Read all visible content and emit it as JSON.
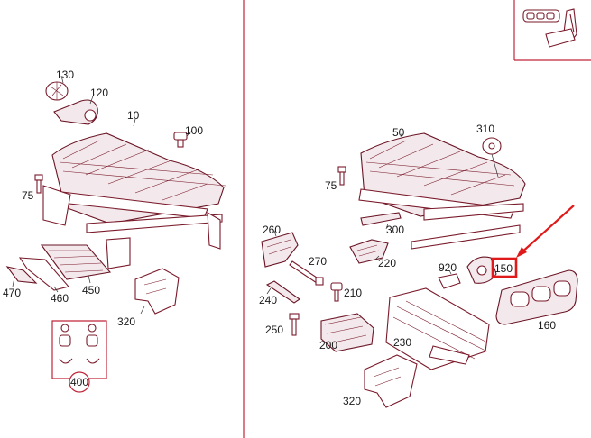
{
  "accent_color": "#e01a1a",
  "line_color": "#7a1a2a",
  "divider_color": "#c0243a",
  "callouts": {
    "p130": "130",
    "p120": "120",
    "p10": "10",
    "p100": "100",
    "p75a": "75",
    "p470": "470",
    "p460": "460",
    "p450": "450",
    "p320a": "320",
    "p400": "400",
    "p50": "50",
    "p310": "310",
    "p75b": "75",
    "p300": "300",
    "p260": "260",
    "p220": "220",
    "p270": "270",
    "p920": "920",
    "p150": "150",
    "p240": "240",
    "p210": "210",
    "p160": "160",
    "p250": "250",
    "p200": "200",
    "p230": "230",
    "p320b": "320"
  },
  "highlighted_part": "150"
}
